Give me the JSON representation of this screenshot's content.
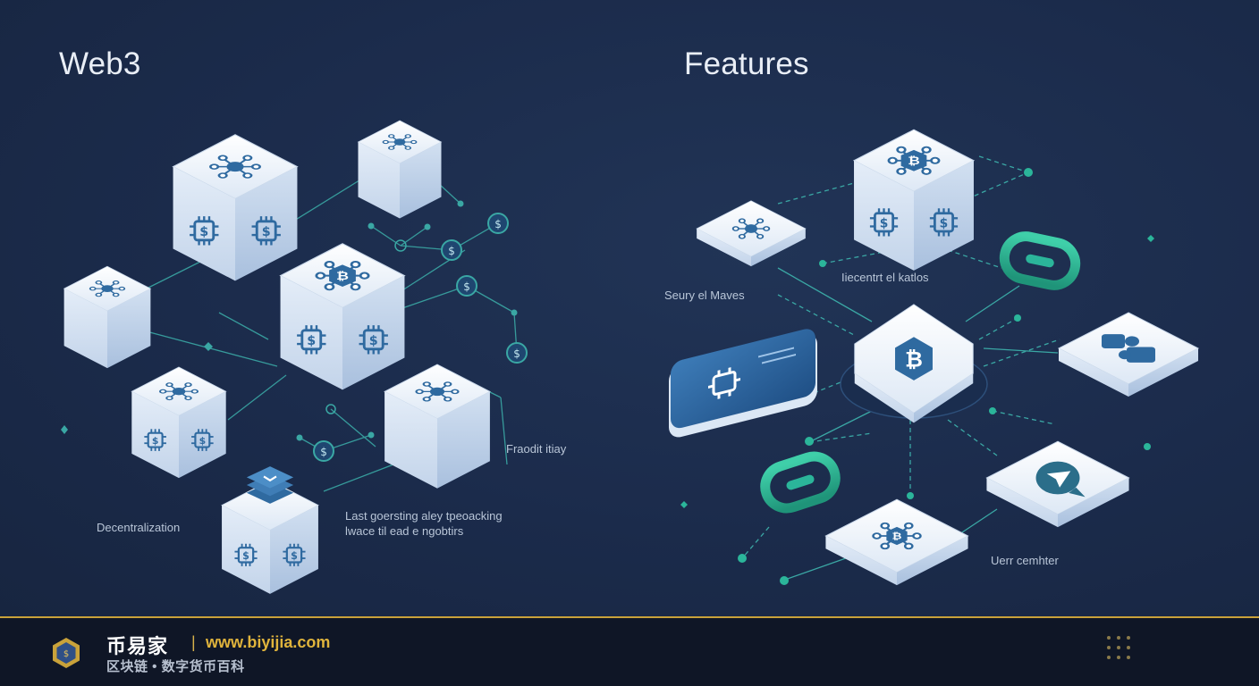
{
  "headings": {
    "left": "Web3",
    "right": "Features"
  },
  "captions": {
    "decentralization": "Decentralization",
    "fractional": "Fraodit itiay",
    "fast_processing_1": "Last goersting aley tpeoacking",
    "fast_processing_2": "lwace til ead e ngobtirs",
    "security": "Seury el Maves",
    "decentral_labs": "Iiecentrt el katlos",
    "user_center": "Uerr cemhter"
  },
  "footer": {
    "brand": "币易家",
    "separator": "|",
    "url": "www.biyijia.com",
    "tagline": "区块链 • 数字货币百科"
  },
  "colors": {
    "background": "#1b2a4a",
    "accent_gold": "#e0b43c",
    "accent_teal": "#2bb59a",
    "cube_face": "#e8f0fa",
    "icon_blue": "#2f6aa0"
  }
}
